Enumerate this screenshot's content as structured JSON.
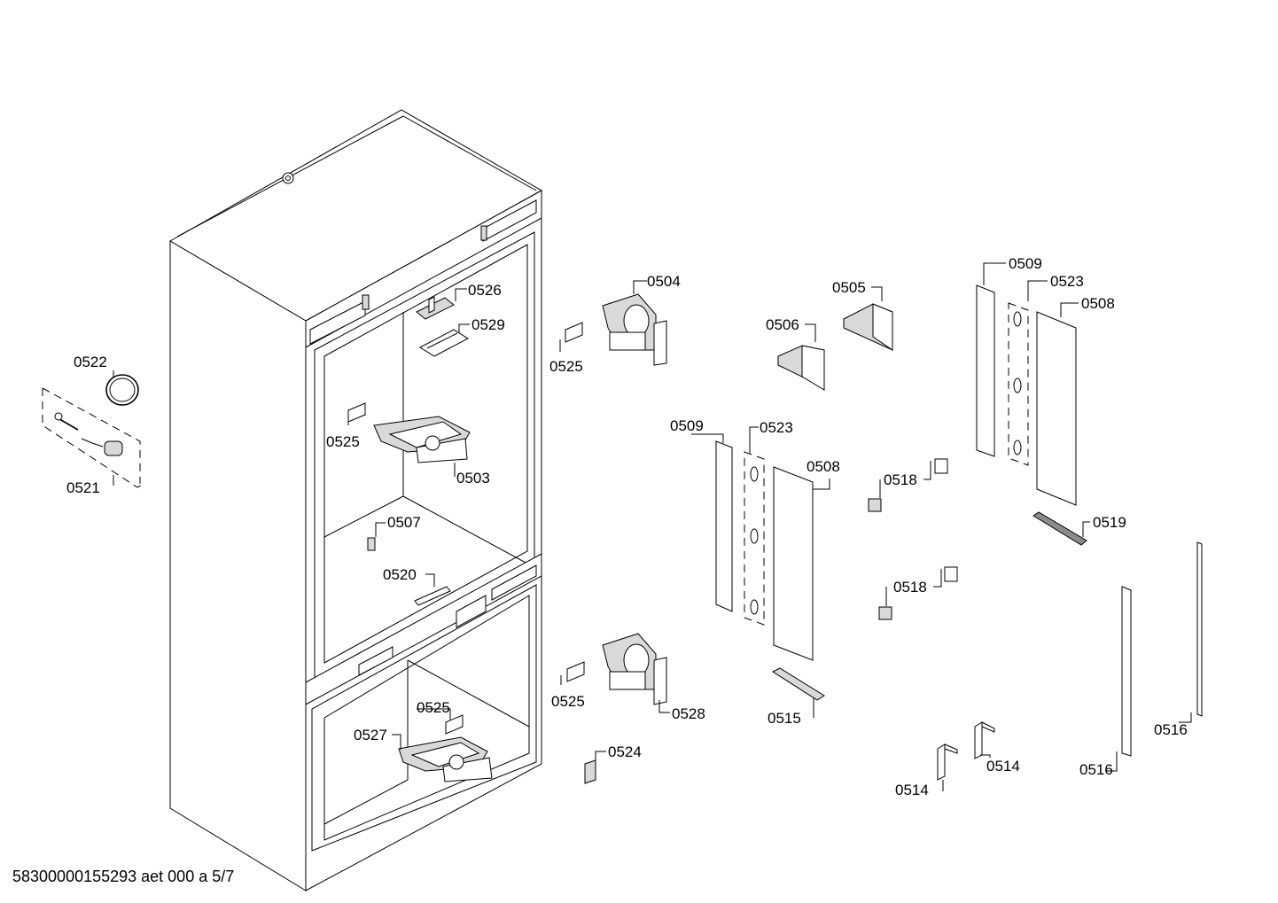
{
  "footer": {
    "document_code": "58300000155293 aet 000 a 5/7"
  },
  "callouts": {
    "c0522": "0522",
    "c0521": "0521",
    "c0526": "0526",
    "c0529": "0529",
    "c0525a": "0525",
    "c0503": "0503",
    "c0507": "0507",
    "c0520": "0520",
    "c0525b": "0525",
    "c0527": "0527",
    "c0504": "0504",
    "c0525c": "0525",
    "c0525d": "0525",
    "c0528": "0528",
    "c0524": "0524",
    "c0505": "0505",
    "c0506": "0506",
    "c0509a": "0509",
    "c0523a": "0523",
    "c0508a": "0508",
    "c0515": "0515",
    "c0509b": "0509",
    "c0523b": "0523",
    "c0508b": "0508",
    "c0518a": "0518",
    "c0519": "0519",
    "c0518b": "0518",
    "c0514a": "0514",
    "c0514b": "0514",
    "c0516a": "0516",
    "c0516b": "0516"
  }
}
